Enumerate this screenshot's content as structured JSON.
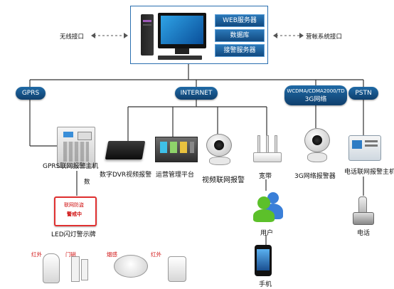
{
  "top": {
    "servers": [
      "WEB服务器",
      "数据库",
      "接警服务器"
    ],
    "wireless": "无线接口",
    "billing": "营帐系统接口"
  },
  "networks": {
    "gprs": "GPRS",
    "internet": "INTERNET",
    "cdma_line1": "WCDMA/CDMA2000/TD",
    "cdma_line2": "3G网络",
    "pstn": "PSTN"
  },
  "devices": {
    "gprs_host": "GPRS联网报警主机",
    "shu": "数",
    "led_sign": "LED闪灯警示牌",
    "led_sign_text1": "联网防盗",
    "led_sign_text2": "警戒中",
    "dvr": "数字DVR视频报警",
    "ops": "运营管理平台",
    "video": "视频联网报警",
    "broadband": "宽带",
    "g3_alarm": "3G网络报警器",
    "phone_host": "电话联网报警主机",
    "user": "用户",
    "mobile": "手机",
    "telephone": "电话"
  },
  "sensors": [
    "红外",
    "门磁",
    "烟感",
    "红外"
  ]
}
